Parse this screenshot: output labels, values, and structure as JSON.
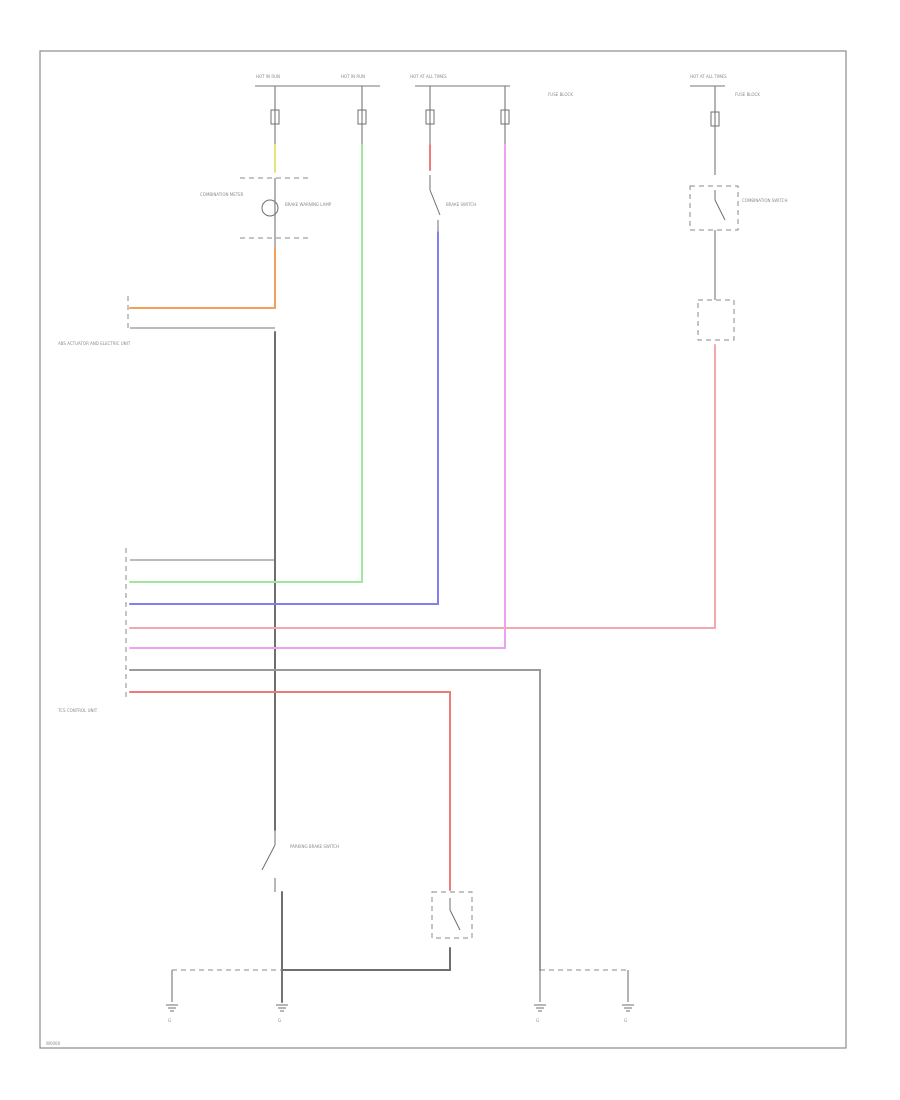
{
  "diagram": {
    "colors": {
      "frame": "#8c8c8c",
      "black_wire": "#6f6f6f",
      "yellow": "#e8e27a",
      "orange": "#f2a15a",
      "green": "#9fe79b",
      "blue": "#8080f0",
      "red": "#f07a7a",
      "pink": "#f3a8ad",
      "violet": "#f0a0f0",
      "gray": "#9a9a9a"
    },
    "labels": {
      "top_left_ps": "HOT IN RUN",
      "top_mid_ps": "HOT IN RUN",
      "top_third_ps": "HOT AT ALL TIMES",
      "top_right_ps": "HOT AT ALL TIMES",
      "under_hood_fuse_box": "FUSE BLOCK",
      "driver_fuse_box": "FUSE BLOCK",
      "combination_meter": "COMBINATION METER",
      "brake_warning": "BRAKE WARNING LAMP",
      "abs_actuator": "ABS ACTUATOR AND ELECTRIC UNIT",
      "brake_switch": "BRAKE SWITCH",
      "parking_brake_switch": "PARKING BRAKE SWITCH",
      "combination_switch": "COMBINATION SWITCH",
      "tcm": "TCS CONTROL UNIT",
      "ground_left1": "G",
      "ground_left2": "G",
      "ground_right1": "G",
      "ground_right2": "G",
      "corner_tag": "W0000"
    }
  }
}
